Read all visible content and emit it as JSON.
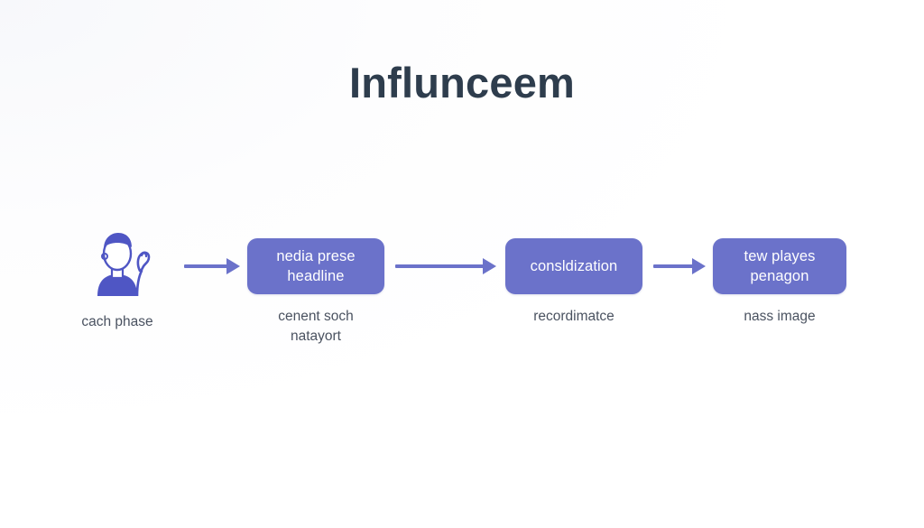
{
  "page": {
    "title": "Influnceem",
    "background_color": "#ffffff",
    "accent_color": "#6b72ca",
    "title_color": "#2e3d4d",
    "caption_color": "#4a5260"
  },
  "flow": {
    "nodes": [
      {
        "kind": "icon",
        "icon_name": "person-raising-hand-icon",
        "box_label": "",
        "caption": "cach phase"
      },
      {
        "kind": "box",
        "box_label": "nedia prese headline",
        "box_label_line1": "nedia prese",
        "box_label_line2": "headline",
        "caption": "cenent soch natayort",
        "caption_line1": "cenent soch",
        "caption_line2": "natayort"
      },
      {
        "kind": "box",
        "box_label": "consldization",
        "box_label_line1": "consldization",
        "box_label_line2": "",
        "caption": "recordimatce",
        "caption_line1": "recordimatce",
        "caption_line2": ""
      },
      {
        "kind": "box",
        "box_label": "tew playes penagon",
        "box_label_line1": "tew playes",
        "box_label_line2": "penagon",
        "caption": "nass image",
        "caption_line1": "nass image",
        "caption_line2": ""
      }
    ],
    "arrows": [
      {
        "name": "arrow-1",
        "direction": "right"
      },
      {
        "name": "arrow-2",
        "direction": "right"
      },
      {
        "name": "arrow-3",
        "direction": "right"
      }
    ]
  }
}
